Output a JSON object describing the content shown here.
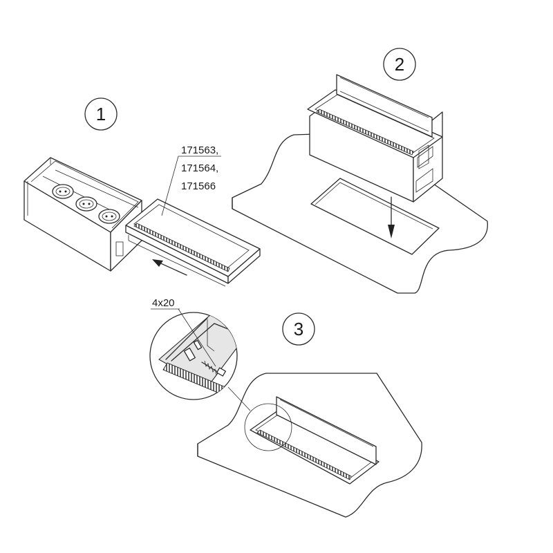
{
  "steps": [
    {
      "number": "1"
    },
    {
      "number": "2"
    },
    {
      "number": "3"
    }
  ],
  "part_numbers": [
    "171563,",
    "171564,",
    "171566"
  ],
  "screw_size": "4x20"
}
